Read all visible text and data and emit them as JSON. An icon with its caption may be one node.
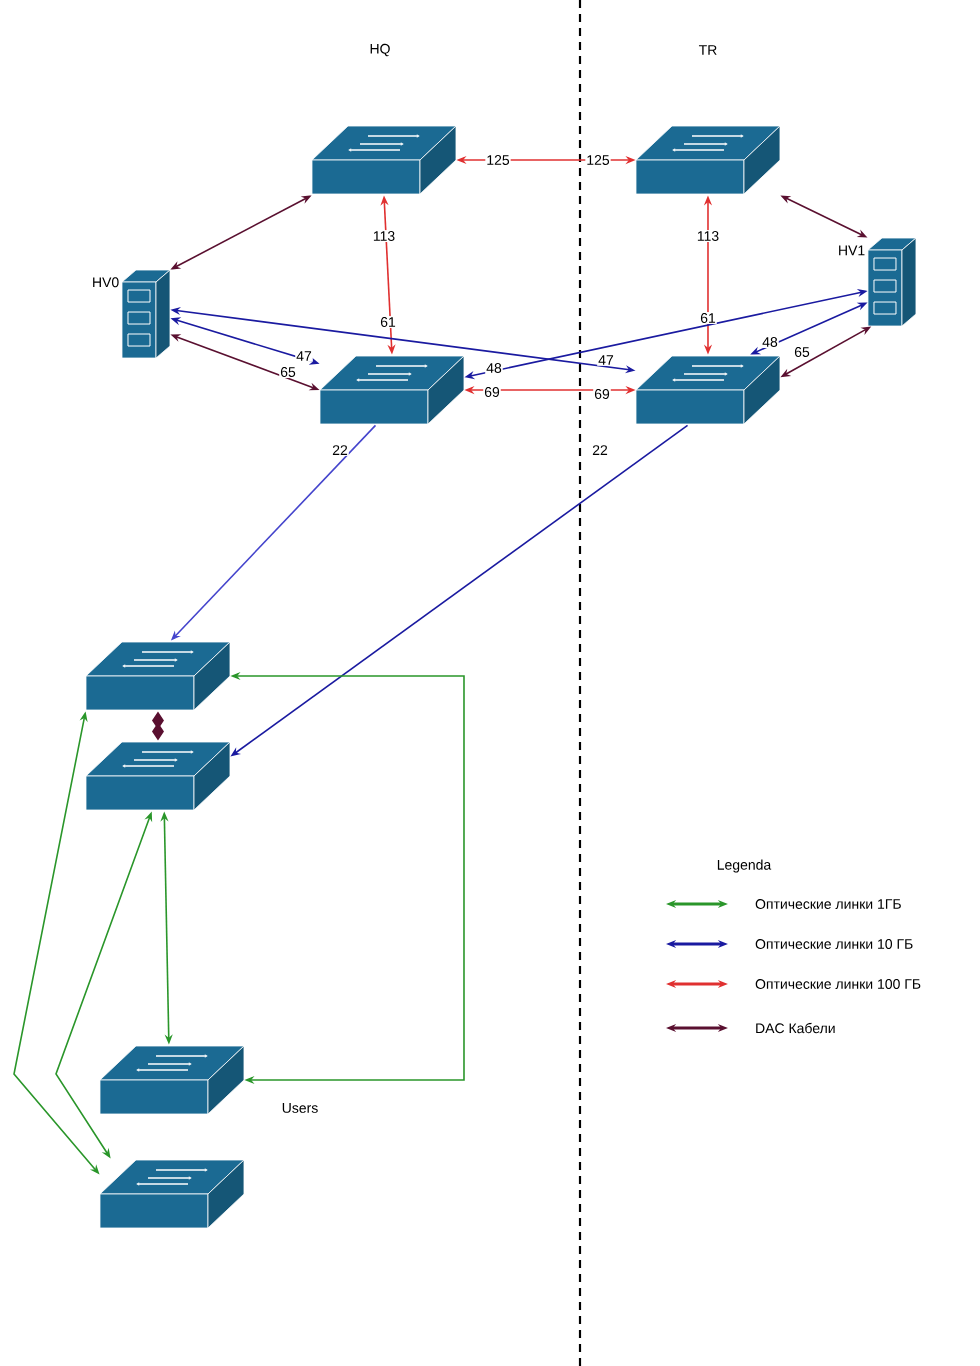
{
  "diagram": {
    "nodes": [
      {
        "text": [],
        "shape": "switch"
      },
      {
        "text": [],
        "shape": "switch"
      },
      {
        "text": [
          "HV0"
        ]
      },
      {
        "text": [
          "HV1"
        ]
      },
      {
        "text": [],
        "shape": "switch"
      },
      {
        "text": [],
        "shape": "switch"
      },
      {
        "text": [],
        "shape": "switch"
      },
      {
        "text": [],
        "shape": "switch"
      },
      {
        "text": [],
        "shape": "switch",
        "beside": [
          "Users"
        ]
      },
      {
        "text": [],
        "shape": "switch"
      }
    ],
    "edges": [
      {
        "from": 0,
        "to": 1,
        "arrow": "both",
        "color": "#e03030"
      },
      {
        "from": 0,
        "to": 4,
        "arrow": "both",
        "color": "#e03030"
      },
      {
        "from": 1,
        "to": 5,
        "arrow": "both",
        "color": "#e03030"
      },
      {
        "from": 4,
        "to": 5,
        "arrow": "both",
        "color": "#e03030"
      },
      {
        "from": 2,
        "to": 0,
        "arrow": "both",
        "color": "#5a1030"
      },
      {
        "from": 1,
        "to": 3,
        "arrow": "both",
        "color": "#5a1030"
      },
      {
        "from": 2,
        "to": 4,
        "arrow": "both",
        "color": "#5a1030"
      },
      {
        "from": 3,
        "to": 5,
        "arrow": "both",
        "color": "#5a1030"
      },
      {
        "from": 2,
        "to": 5,
        "arrow": "both",
        "color": "#1a1aa0"
      },
      {
        "from": 2,
        "to": 4,
        "arrow": "both",
        "color": "#1a1aa0"
      },
      {
        "from": 3,
        "to": 4,
        "arrow": "both",
        "color": "#1a1aa0"
      },
      {
        "from": 3,
        "to": 5,
        "arrow": "both",
        "color": "#1a1aa0"
      },
      {
        "from": 4,
        "to": 6,
        "arrow": "to",
        "color": "#4444cc"
      },
      {
        "from": 5,
        "to": 7,
        "arrow": "to",
        "color": "#1a1aa0"
      },
      {
        "from": 6,
        "to": 7,
        "arrow": "other",
        "color": "#5a1030"
      },
      {
        "from": 7,
        "to": 8,
        "arrow": "both",
        "color": "#2a962a"
      },
      {
        "from": 7,
        "to": 9,
        "arrow": "both",
        "color": "#2a962a"
      },
      {
        "from": 6,
        "to": 9,
        "arrow": "both",
        "color": "#2a962a"
      },
      {
        "from": 8,
        "to": 6,
        "arrow": "both",
        "color": "#2a962a"
      }
    ],
    "labels": [
      "HQ",
      "TR",
      "125",
      "125",
      "113",
      "113",
      "61",
      "61",
      "47",
      "65",
      "48",
      "47",
      "69",
      "69",
      "48",
      "65",
      "22",
      "22",
      "Legenda"
    ],
    "legend": [
      {
        "text": "Оптические линки 1ГБ",
        "color": "#2a962a"
      },
      {
        "text": "Оптические линки 10 ГБ",
        "color": "#1a1aa0"
      },
      {
        "text": "Оптические линки 100 ГБ",
        "color": "#e03030"
      },
      {
        "text": "DAC Кабели",
        "color": "#5a1030"
      }
    ]
  }
}
